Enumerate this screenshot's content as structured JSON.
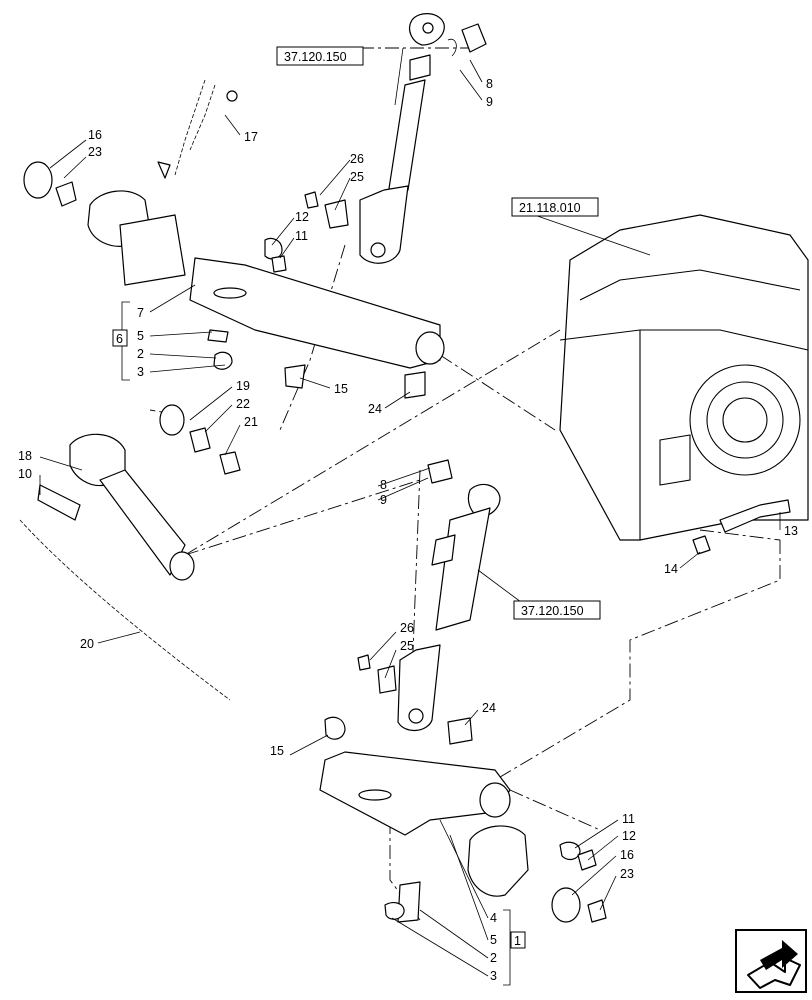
{
  "references": [
    {
      "id": "ref-top",
      "label": "37.120.150"
    },
    {
      "id": "ref-gearbox",
      "label": "21.118.010"
    },
    {
      "id": "ref-mid",
      "label": "37.120.150"
    }
  ],
  "callouts": {
    "c16a": "16",
    "c23a": "23",
    "c17": "17",
    "c8a": "8",
    "c9a": "9",
    "c26a": "26",
    "c25a": "25",
    "c12a": "12",
    "c11a": "11",
    "c7": "7",
    "c5a": "5",
    "c2a": "2",
    "c3a": "3",
    "c6": "6",
    "c15a": "15",
    "c24a": "24",
    "c19": "19",
    "c22": "22",
    "c21": "21",
    "c18": "18",
    "c10": "10",
    "c20": "20",
    "c8b": "8",
    "c9b": "9",
    "c13": "13",
    "c14": "14",
    "c26b": "26",
    "c25b": "25",
    "c24b": "24",
    "c15b": "15",
    "c11b": "11",
    "c12b": "12",
    "c16b": "16",
    "c23b": "23",
    "c4": "4",
    "c5b": "5",
    "c1": "1",
    "c2b": "2",
    "c3b": "3"
  },
  "nav": {
    "icon": "next-page-icon"
  }
}
